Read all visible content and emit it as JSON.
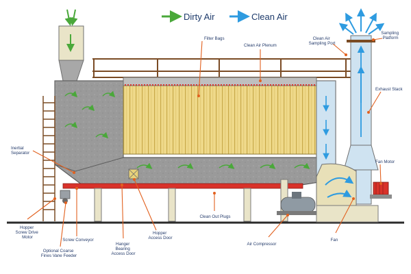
{
  "legend": {
    "dirty_air": "Dirty Air",
    "clean_air": "Clean Air",
    "dirty_color": "#4aa83a",
    "clean_color": "#2e9be0"
  },
  "labels": {
    "filter_bags": "Filter Bags",
    "clean_air_plenum": "Clean Air Plenum",
    "clean_air_sampling_port": [
      "Clean Air",
      "Sampling Port"
    ],
    "sampling_platform": [
      "Sampling",
      "Platform"
    ],
    "exhaust_stack": "Exhaust Stack",
    "inertial_separator": [
      "Inertial",
      "Separator"
    ],
    "fan_motor": "Fan Motor",
    "hopper_screw_drive_motor": [
      "Hopper",
      "Screw Drive",
      "Motor"
    ],
    "screw_conveyor": "Screw Conveyor",
    "optional_coarse_fines_vane_feeder": [
      "Optional Coarse",
      "Fines Vane Feeder"
    ],
    "hanger_bearing_access_door": [
      "Hanger",
      "Bearing",
      "Access Door"
    ],
    "hopper_access_door": [
      "Hopper",
      "Access Door"
    ],
    "clean_out_plugs": "Clean Out Plugs",
    "air_compressor": "Air Compressor",
    "fan": "Fan"
  },
  "colors": {
    "callout": "#e2611f",
    "housing": "#8c8c8c",
    "filter": "#e8d27a",
    "steel": "#7a4b24",
    "conveyor": "#d9322a",
    "stack": "#cfe3f1"
  }
}
